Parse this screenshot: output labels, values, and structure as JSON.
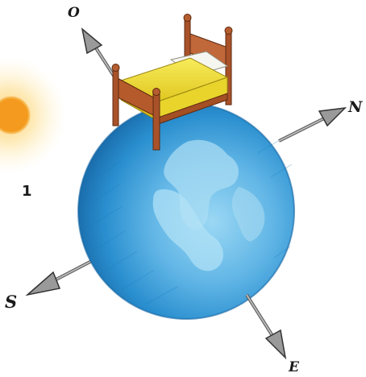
{
  "labels": {
    "up": "O",
    "north": "N",
    "south": "S",
    "east": "E",
    "figure_number": "1"
  },
  "colors": {
    "globe_dark": "#1f83c4",
    "globe_light": "#7cc7ec",
    "sun_core": "#f39a1f",
    "sun_glow": "#fde8b0",
    "bed_wood": "#b0582a",
    "mattress": "#f3e23b",
    "pillow": "#f6f6f0",
    "arrow": "#8a8a8a"
  },
  "icons": {
    "globe": "earth-globe-icon",
    "sun": "sun-icon",
    "bed": "bed-icon"
  }
}
